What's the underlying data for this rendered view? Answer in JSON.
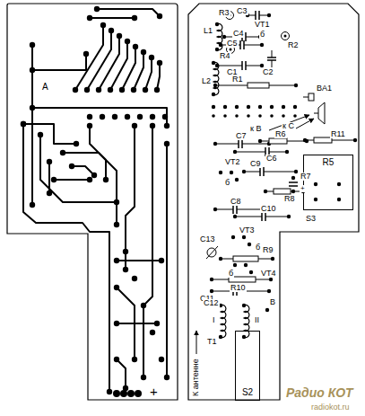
{
  "diagram": {
    "nodes": [
      {
        "text": [
          "R5"
        ]
      },
      {
        "text": [
          "S2"
        ]
      }
    ],
    "labels": [
      "A",
      "+",
      "R3",
      "C3",
      "VT1",
      "L1",
      "C4",
      "б",
      "C5",
      "R2",
      "R4",
      "C1",
      "C2",
      "L2",
      "R1",
      "BA1",
      "к В",
      "к С",
      "C7",
      "R6",
      "R11",
      "C6",
      "C9",
      "VT2",
      "б",
      "R7",
      "+",
      "R8",
      "S3",
      "C8",
      "C10",
      "VT3",
      "б",
      "C13",
      "R9",
      "б",
      "VT4",
      "R10",
      "C11",
      "C12",
      "В",
      "I",
      "II",
      "T1",
      "К антенне",
      "Радио КОТ",
      "radiokot.ru"
    ]
  }
}
